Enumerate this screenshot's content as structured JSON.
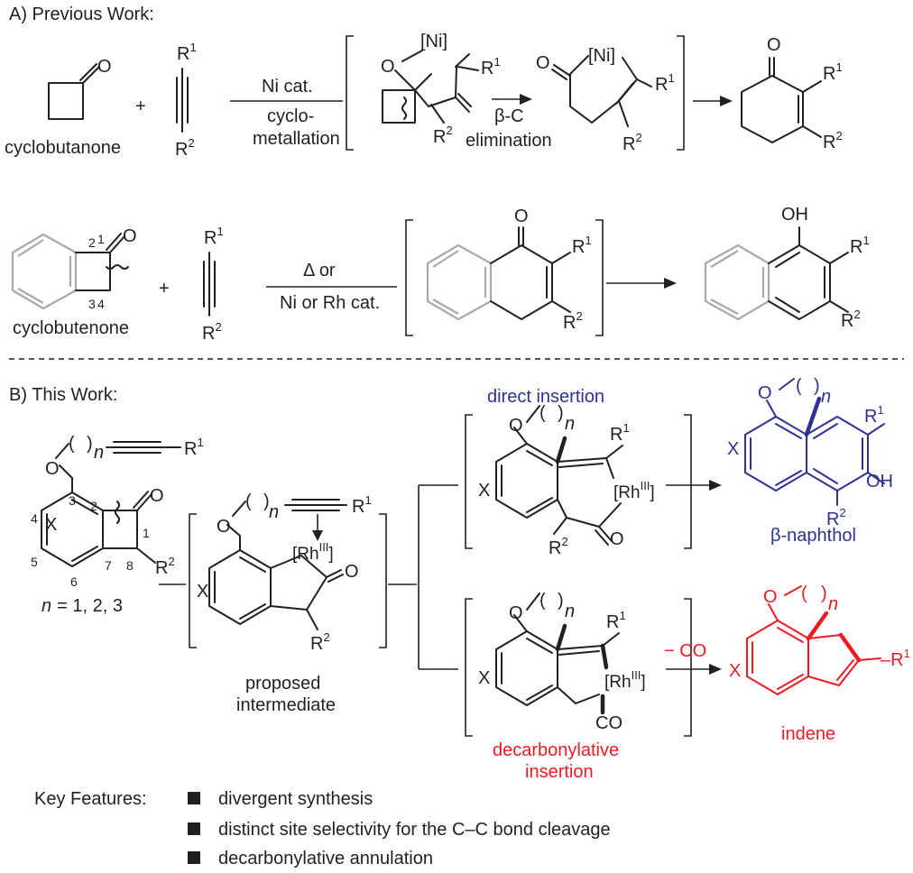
{
  "section_a": {
    "title": "A) Previous Work:",
    "row1": {
      "cyclobutanone_label": "cyclobutanone",
      "plus": "+",
      "arrow1_top": "Ni cat.",
      "arrow1_bottom_1": "cyclo-",
      "arrow1_bottom_2": "metallation",
      "ni": "[Ni]",
      "arrow2_top": "β-C",
      "arrow2_bottom": "elimination"
    },
    "row2": {
      "cyclobutenone_label": "cyclobutenone",
      "plus": "+",
      "arrow_top": "Δ  or",
      "arrow_bottom": "Ni or Rh cat.",
      "oh": "OH",
      "locants": [
        "1",
        "2",
        "3",
        "4"
      ]
    }
  },
  "section_b": {
    "title": "B) This Work:",
    "n_values": "= 1, 2, 3",
    "locants": [
      "1",
      "2",
      "3",
      "4",
      "5",
      "6",
      "7",
      "8"
    ],
    "proposed_label_1": "proposed",
    "proposed_label_2": "intermediate",
    "rh": "[Rh",
    "rh_ox": "III",
    "direct_label": "direct insertion",
    "decarb_label_1": "decarbonylative",
    "decarb_label_2": "insertion",
    "minus_co": "− CO",
    "co": "CO",
    "naphthol_label": "β-naphthol",
    "indene_label": "indene",
    "oh": "OH"
  },
  "common": {
    "O": "O",
    "X": "X",
    "R": "R",
    "sup1": "1",
    "sup2": "2",
    "n": "n",
    "paren_open": "(",
    "paren_close": ")"
  },
  "key_features": {
    "label": "Key Features:",
    "items": [
      "divergent synthesis",
      "distinct site selectivity for the C–C bond cleavage",
      "decarbonylative annulation"
    ]
  },
  "colors": {
    "ink": "#231f20",
    "aromatic_grey": "#a7a9ac",
    "naphthol_blue": "#2e3192",
    "indene_red": "#ed1c24"
  }
}
